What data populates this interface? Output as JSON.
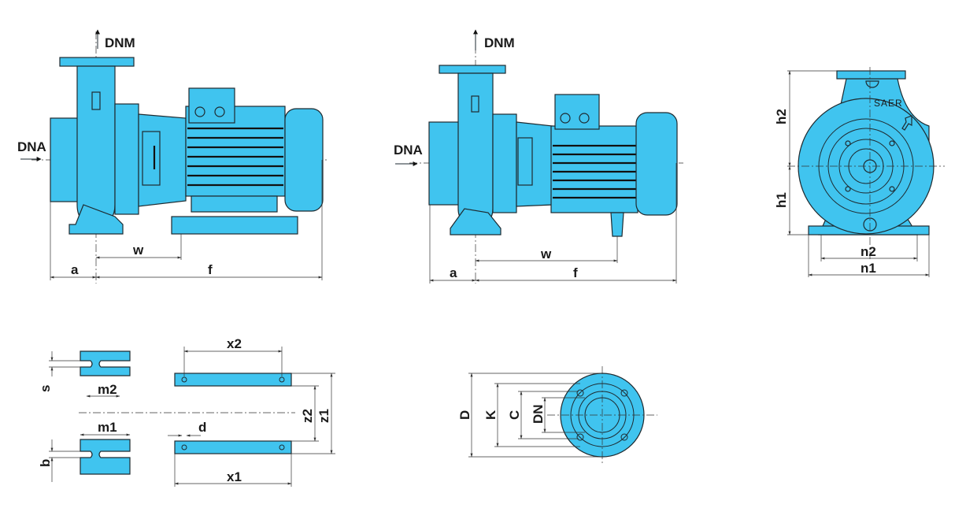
{
  "colors": {
    "pump_fill": "#40c4ef",
    "line": "#1e2a30"
  },
  "side_view_1": {
    "outlet": "DNM",
    "inlet": "DNA",
    "dim_w": "w",
    "dim_a": "a",
    "dim_f": "f"
  },
  "side_view_2": {
    "outlet": "DNM",
    "inlet": "DNA",
    "dim_w": "w",
    "dim_a": "a",
    "dim_f": "f"
  },
  "front_view": {
    "brand": "SAER",
    "dim_h2": "h2",
    "dim_h1": "h1",
    "dim_n2": "n2",
    "dim_n1": "n1"
  },
  "foot_detail": {
    "dim_s": "s",
    "dim_m2": "m2",
    "dim_m1": "m1",
    "dim_b": "b",
    "dim_x2": "x2",
    "dim_x1": "x1",
    "dim_d": "d",
    "dim_z2": "z2",
    "dim_z1": "z1"
  },
  "flange_detail": {
    "dim_D": "D",
    "dim_K": "K",
    "dim_C": "C",
    "dim_DN": "DN"
  }
}
